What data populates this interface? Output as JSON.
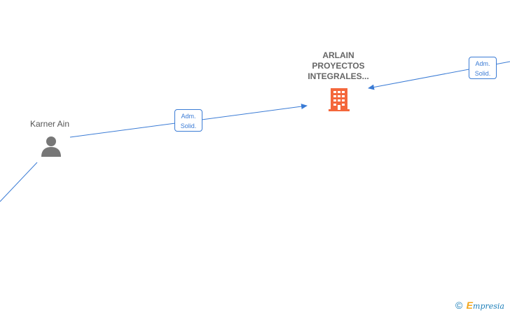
{
  "nodes": {
    "company": {
      "name_lines": [
        "ARLAIN",
        "PROYECTOS",
        "INTEGRALES..."
      ],
      "icon": "building-icon",
      "icon_color": "#f4673b"
    },
    "person": {
      "name": "Karner Ain",
      "icon": "person-icon",
      "icon_color": "#777777"
    }
  },
  "edges": [
    {
      "label_lines": [
        "Adm.",
        "Solid."
      ]
    },
    {
      "label_lines": [
        "Adm.",
        "Solid."
      ]
    }
  ],
  "colors": {
    "edge": "#3a7bd5"
  },
  "watermark": {
    "copyright": "©",
    "brand_initial": "E",
    "brand_rest": "mpresia"
  }
}
